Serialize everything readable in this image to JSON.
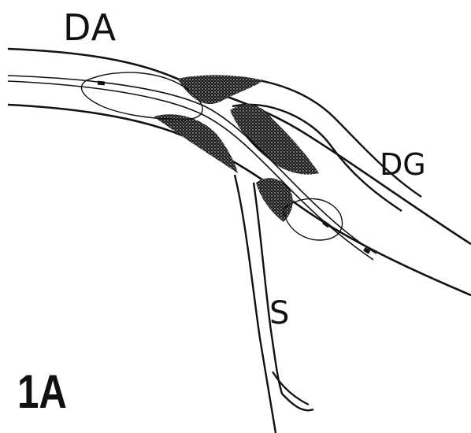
{
  "labels": {
    "vessel_main": "DA",
    "vessel_branch": "DG",
    "septal": "S",
    "figure_id": "1A"
  },
  "colors": {
    "ink": "#111111",
    "plaque": "#1a1a1a",
    "background": "#ffffff"
  }
}
